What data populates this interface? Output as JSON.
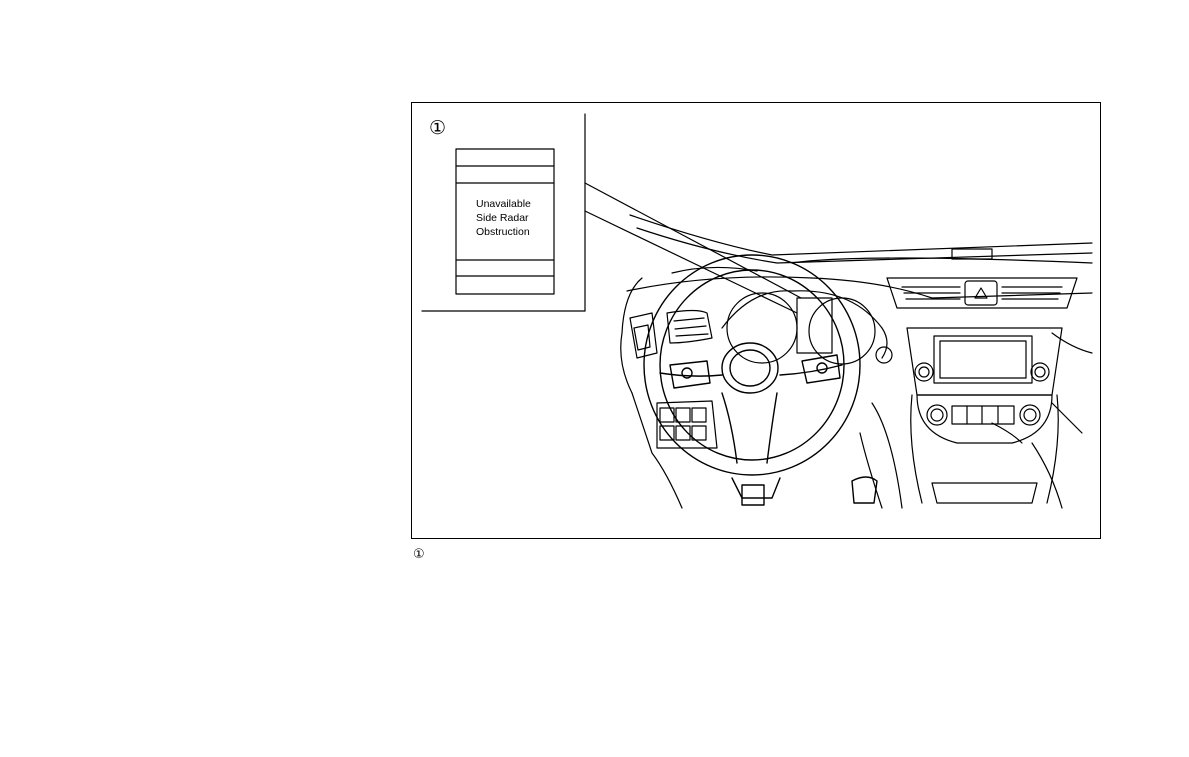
{
  "figure": {
    "callout_marker": "①",
    "display_message": {
      "line1": "Unavailable",
      "line2": "Side Radar",
      "line3": "Obstruction"
    }
  },
  "caption": {
    "marker": "①"
  }
}
